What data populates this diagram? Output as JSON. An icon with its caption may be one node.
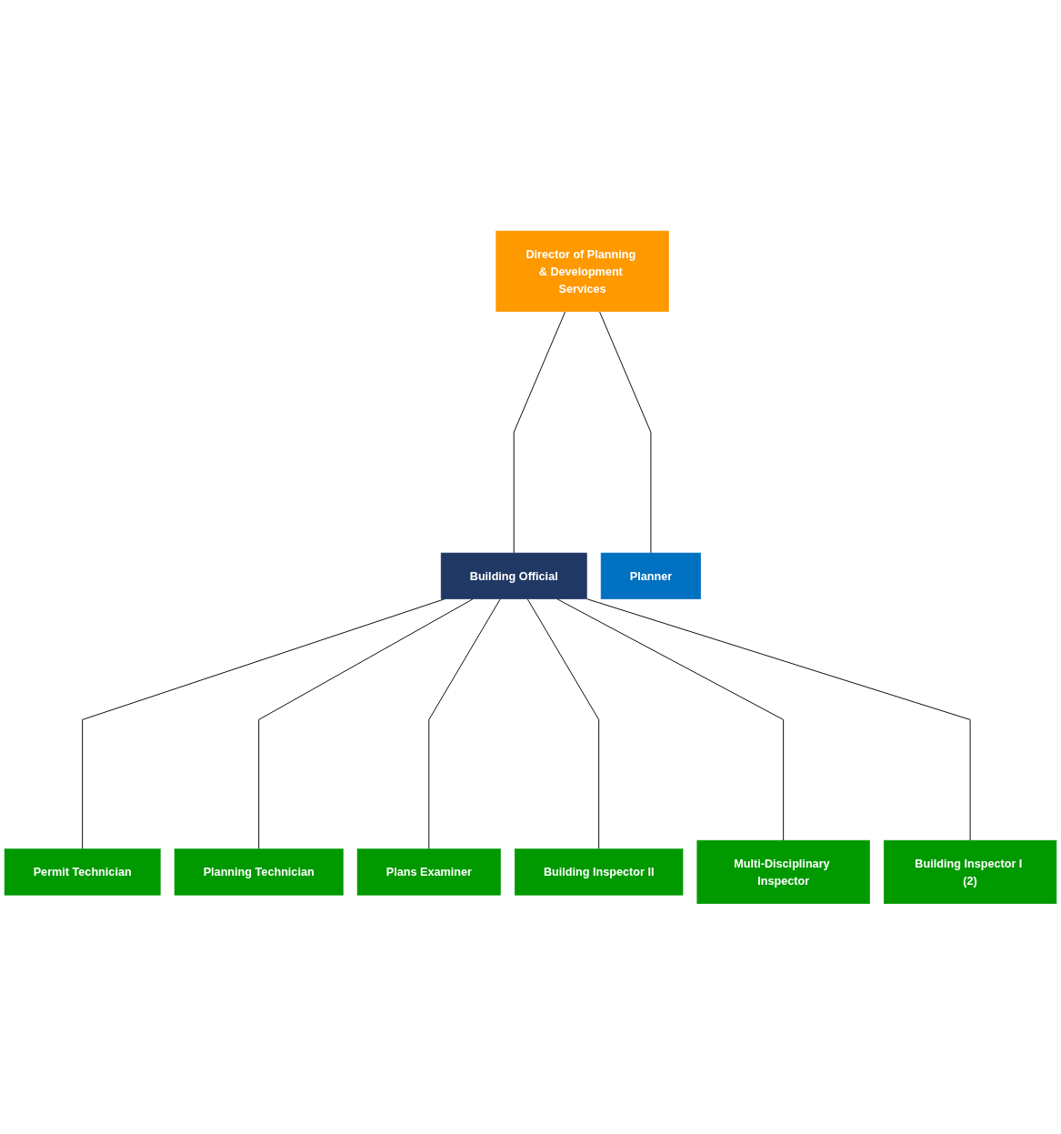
{
  "diagram": {
    "nodes": [
      {
        "text": [
          "Director of Planning & Development Services"
        ]
      },
      {
        "text": [
          "Building Official"
        ]
      },
      {
        "text": [
          "Planner"
        ]
      },
      {
        "text": [
          "Permit Technician"
        ]
      },
      {
        "text": [
          "Planning Technician"
        ]
      },
      {
        "text": [
          "Plans Examiner"
        ]
      },
      {
        "text": [
          "Building Inspector II"
        ]
      },
      {
        "text": [
          "Multi-Disciplinary Inspector"
        ]
      },
      {
        "text": [
          "Building Inspector I (2)"
        ]
      }
    ],
    "edges": [
      {
        "from": 0,
        "to": 1,
        "arrow": "none"
      },
      {
        "from": 0,
        "to": 2,
        "arrow": "none"
      },
      {
        "from": 1,
        "to": 3,
        "arrow": "none"
      },
      {
        "from": 1,
        "to": 4,
        "arrow": "none"
      },
      {
        "from": 1,
        "to": 5,
        "arrow": "none"
      },
      {
        "from": 1,
        "to": 6,
        "arrow": "none"
      },
      {
        "from": 1,
        "to": 7,
        "arrow": "none"
      },
      {
        "from": 1,
        "to": 8,
        "arrow": "none"
      }
    ]
  }
}
